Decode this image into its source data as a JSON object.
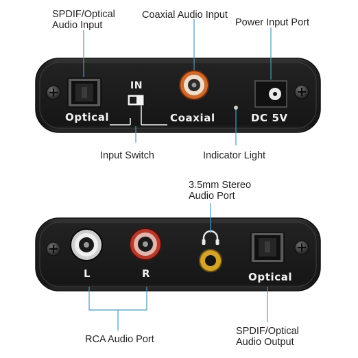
{
  "callouts": {
    "spdif_input": [
      "SPDIF/Optical",
      "Audio Input"
    ],
    "coaxial_input": "Coaxial Audio Input",
    "power_input": "Power Input Port",
    "input_switch": "Input Switch",
    "indicator_light": "Indicator Light",
    "stereo_port": [
      "3.5mm Stereo",
      "Audio Port"
    ],
    "rca_port": "RCA Audio Port",
    "spdif_output": [
      "SPDIF/Optical",
      "Audio Output"
    ]
  },
  "panel_labels": {
    "optical_top": "Optical",
    "switch_in": "IN",
    "coaxial": "Coaxial",
    "dc": "DC 5V",
    "left": "L",
    "right": "R",
    "optical_bottom": "Optical"
  },
  "colors": {
    "panel": "#1b1b1b",
    "callout_line": "#4a9bc0",
    "coax_ring": "#c95a1e",
    "red_rca": "#b7392c",
    "gold_jack": "#d3a32a"
  },
  "icons": [
    "headphones-icon",
    "screw-icon"
  ]
}
